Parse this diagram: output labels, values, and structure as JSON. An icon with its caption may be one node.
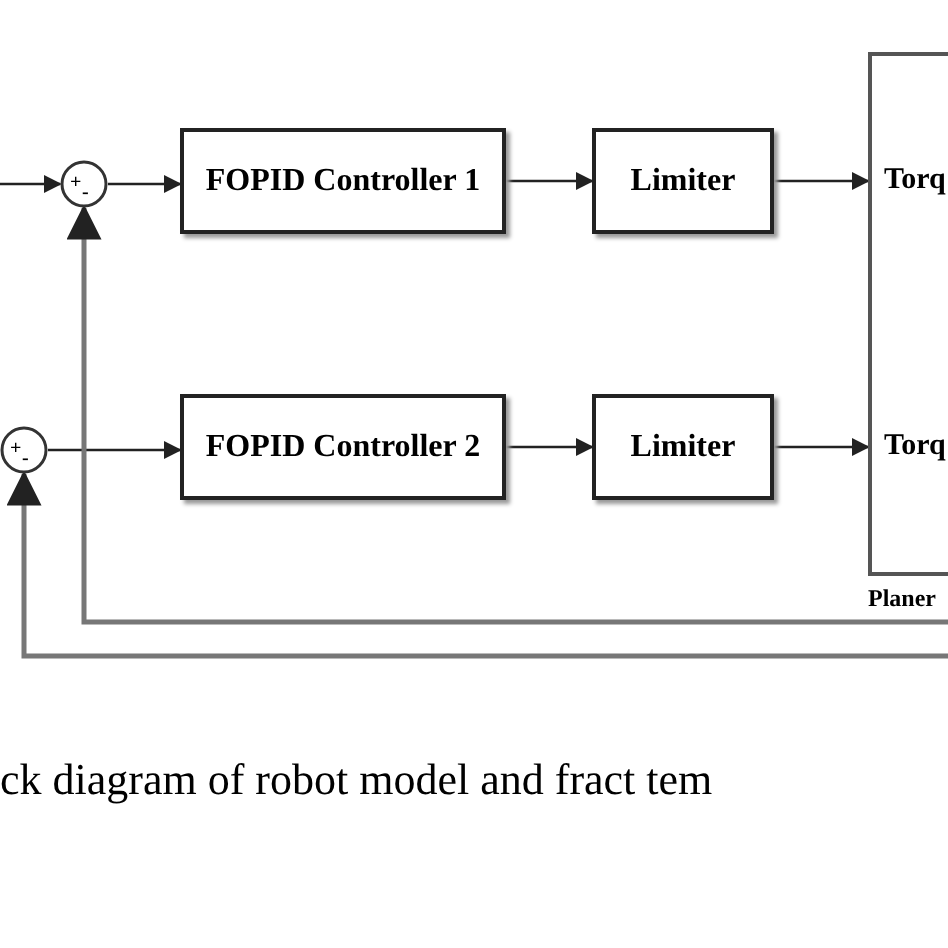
{
  "diagram": {
    "caption": "ck diagram of robot model and fract tem",
    "nodes": [
      {
        "text": [
          "+",
          "-"
        ]
      },
      {
        "text": [
          "FOPID Controller 1"
        ]
      },
      {
        "text": [
          "Limiter"
        ]
      },
      {
        "text": [
          "+",
          "-"
        ]
      },
      {
        "text": [
          "FOPID Controller 2"
        ]
      },
      {
        "text": [
          "Limiter"
        ]
      },
      {
        "text": [
          "Torq",
          "Torq",
          "Planer"
        ]
      }
    ],
    "edges": [
      {
        "from": null,
        "to": 0,
        "arrow": "to"
      },
      {
        "from": 0,
        "to": 1,
        "arrow": "to"
      },
      {
        "from": 1,
        "to": 2,
        "arrow": "to"
      },
      {
        "from": 2,
        "to": 6,
        "arrow": "to"
      },
      {
        "from": 3,
        "to": 4,
        "arrow": "to"
      },
      {
        "from": 4,
        "to": 5,
        "arrow": "to"
      },
      {
        "from": 5,
        "to": 6,
        "arrow": "to"
      },
      {
        "from": null,
        "to": 0,
        "arrow": "to",
        "color": "#777777"
      },
      {
        "from": null,
        "to": 3,
        "arrow": "to",
        "color": "#777777"
      }
    ]
  }
}
